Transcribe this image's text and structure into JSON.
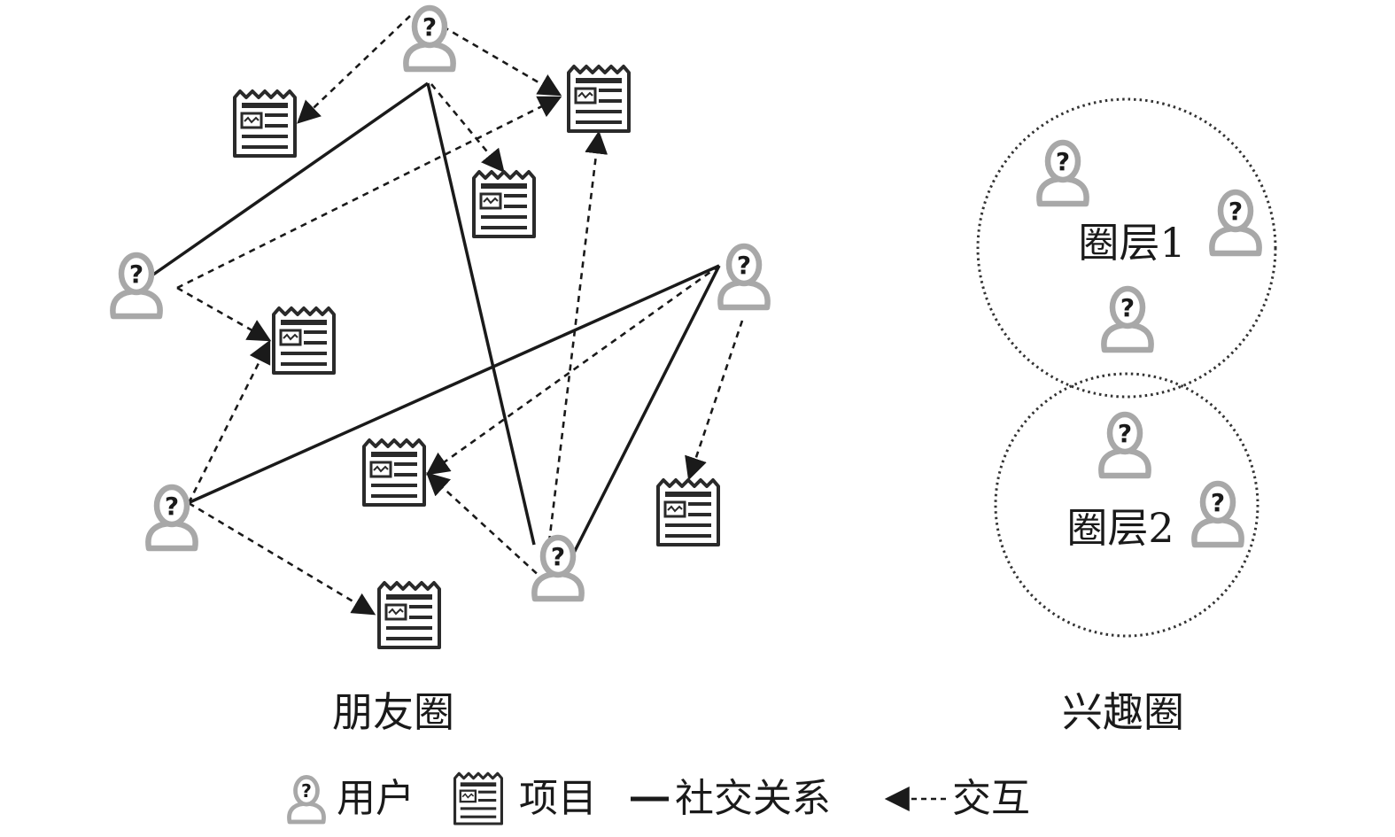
{
  "captions": {
    "friend_circle": "朋友圈",
    "interest_circle": "兴趣圈"
  },
  "interest_circles": {
    "layer1": "圈层1",
    "layer2": "圈层2"
  },
  "legend": {
    "user": "用户",
    "item": "项目",
    "social_relation": "社交关系",
    "interaction": "交互"
  },
  "icons": {
    "user": "user-icon",
    "item": "item-icon"
  },
  "colors": {
    "user_icon": "#a8a8a8",
    "item_icon": "#2a2a2a",
    "social_line": "#1a1a1a",
    "interaction_line": "#1a1a1a"
  }
}
